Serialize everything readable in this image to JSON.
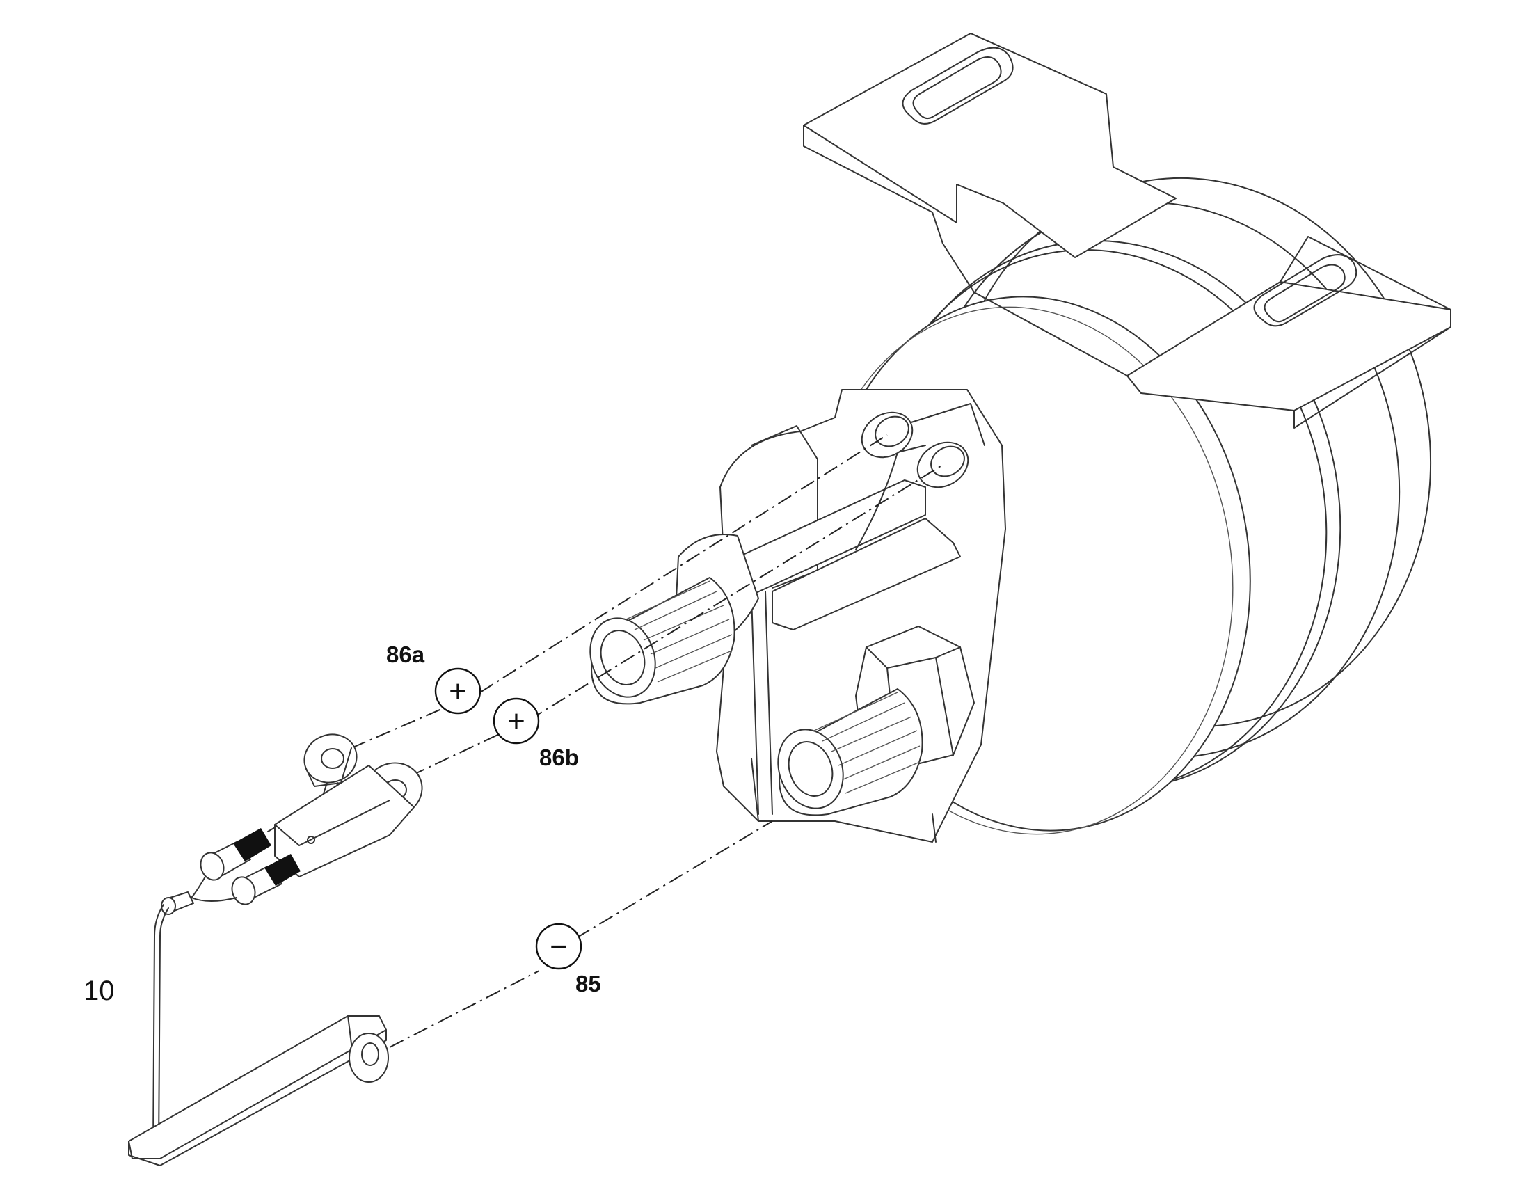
{
  "labels": {
    "terminal_86a": "86a",
    "terminal_86b": "86b",
    "terminal_85": "85",
    "part_number": "10"
  },
  "symbols": {
    "plus": "+",
    "minus": "−"
  }
}
